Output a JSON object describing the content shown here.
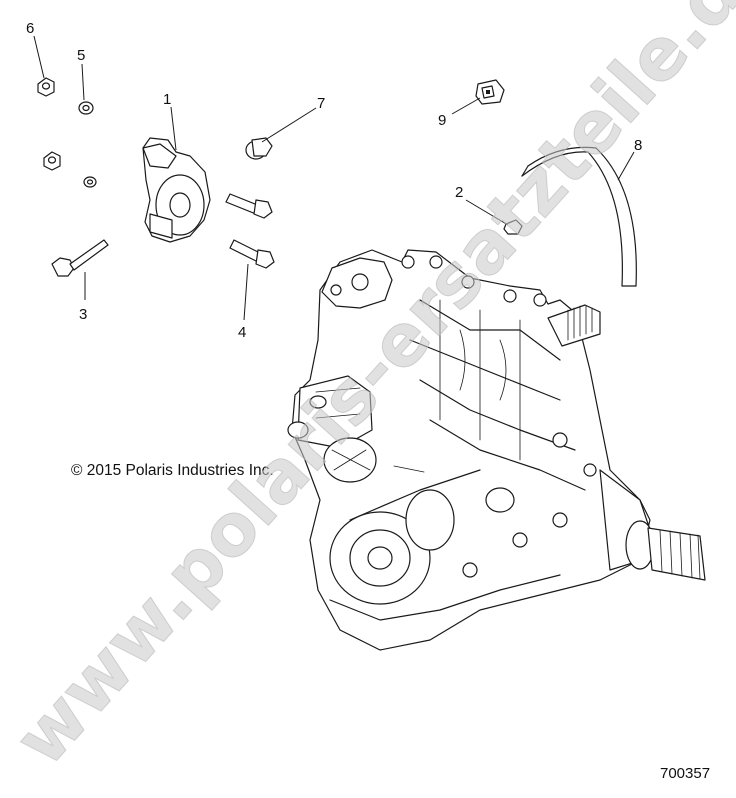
{
  "callouts": [
    {
      "id": "c1",
      "label": "1"
    },
    {
      "id": "c2",
      "label": "2"
    },
    {
      "id": "c3",
      "label": "3"
    },
    {
      "id": "c4",
      "label": "4"
    },
    {
      "id": "c5",
      "label": "5"
    },
    {
      "id": "c6",
      "label": "6"
    },
    {
      "id": "c7",
      "label": "7"
    },
    {
      "id": "c8",
      "label": "8"
    },
    {
      "id": "c9",
      "label": "9"
    }
  ],
  "copyright": "© 2015 Polaris Industries Inc.",
  "figure_number": "700357",
  "watermark": "www.polaris-ersatzteile.de",
  "colors": {
    "line": "#1a1a1a",
    "watermark": "#c8c8c8",
    "background": "#ffffff"
  }
}
